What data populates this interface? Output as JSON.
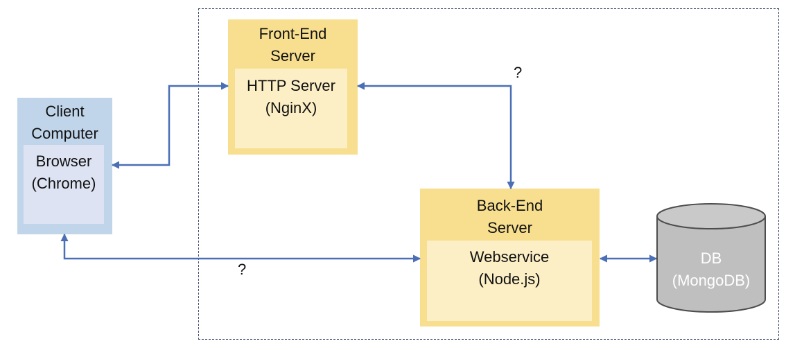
{
  "client": {
    "outer_label_line1": "Client",
    "outer_label_line2": "Computer",
    "inner_label_line1": "Browser",
    "inner_label_line2": "(Chrome)"
  },
  "front_end": {
    "outer_label_line1": "Front-End",
    "outer_label_line2": "Server",
    "inner_label_line1": "HTTP Server",
    "inner_label_line2": "(NginX)"
  },
  "back_end": {
    "outer_label_line1": "Back-End",
    "outer_label_line2": "Server",
    "inner_label_line1": "Webservice",
    "inner_label_line2": "(Node.js)"
  },
  "database": {
    "label_line1": "DB",
    "label_line2": "(MongoDB)"
  },
  "questions": {
    "top": "?",
    "bottom": "?"
  },
  "colors": {
    "client_outer": "#c1d5ea",
    "client_inner": "#dde3f2",
    "server_outer": "#f7df8f",
    "server_inner": "#fcefc6",
    "db_fill": "#bfbfbf",
    "db_stroke": "#4d4d4d",
    "arrow": "#4a6fb5",
    "boundary": "#3a4a6a"
  }
}
